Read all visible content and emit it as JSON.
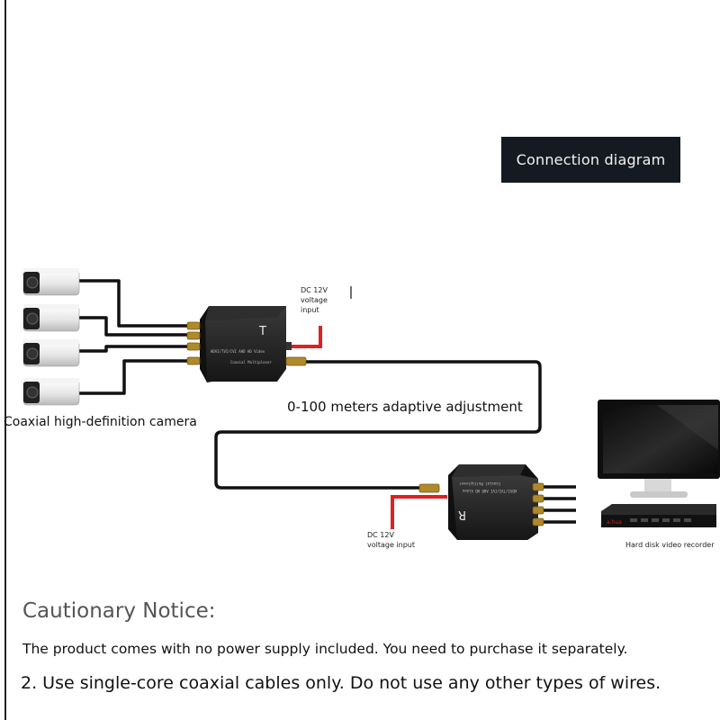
{
  "title": "Connection diagram",
  "transmitter": {
    "letter": "T",
    "model_text": "HDVI/TVI/CVI AHD HD Video",
    "type_text": "Coaxial Multiplexer"
  },
  "receiver": {
    "letter": "R",
    "model_text": "HDVI/TVI/CVI AHD HD Video",
    "type_text": "Coaxial Multiplexer"
  },
  "labels": {
    "camera": "Coaxial high-definition camera",
    "distance": "0-100 meters adaptive adjustment",
    "dc_top_line1": "DC 12V",
    "dc_top_line2": "voltage",
    "dc_top_line3": "input",
    "dc_bottom_line1": "DC 12V",
    "dc_bottom_line2": "voltage input",
    "dvr": "Hard disk video recorder",
    "dvr_brand": "a:hua"
  },
  "notice": {
    "title": "Cautionary Notice:",
    "line1": "The product comes with no power supply included. You need to purchase it separately.",
    "line2": "2. Use single-core coaxial cables only. Do not use any other types of wires."
  },
  "colors": {
    "title_bg": "#151a22",
    "cable": "#111111",
    "power_cable": "#e02020",
    "device_body": "#1c1c1c"
  }
}
